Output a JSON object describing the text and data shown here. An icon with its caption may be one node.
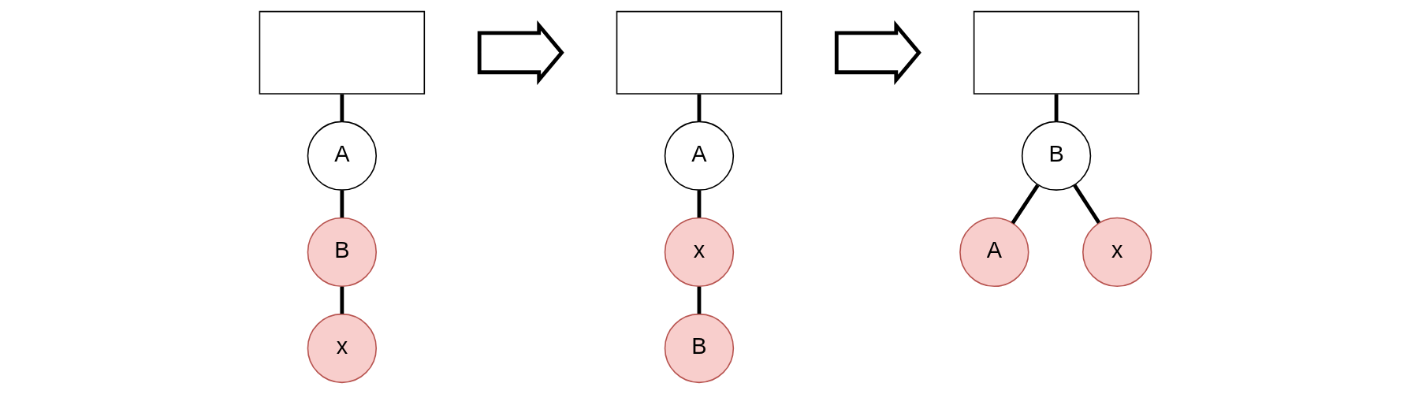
{
  "diagram": {
    "nodes": [
      {
        "text": [],
        "shape": "box"
      },
      {
        "text": [
          "A"
        ]
      },
      {
        "text": [
          "B"
        ]
      },
      {
        "text": [
          "x"
        ]
      },
      {
        "text": [],
        "shape": "arrow"
      },
      {
        "text": [],
        "shape": "box"
      },
      {
        "text": [
          "A"
        ]
      },
      {
        "text": [
          "x"
        ]
      },
      {
        "text": [
          "B"
        ]
      },
      {
        "text": [],
        "shape": "arrow"
      },
      {
        "text": [],
        "shape": "box"
      },
      {
        "text": [
          "B"
        ]
      },
      {
        "text": [
          "A"
        ]
      },
      {
        "text": [
          "x"
        ]
      }
    ],
    "edges": [
      {
        "from": 0,
        "to": 1,
        "arrow": "none"
      },
      {
        "from": 1,
        "to": 2,
        "arrow": "none"
      },
      {
        "from": 2,
        "to": 3,
        "arrow": "none"
      },
      {
        "from": 5,
        "to": 6,
        "arrow": "none"
      },
      {
        "from": 6,
        "to": 7,
        "arrow": "none"
      },
      {
        "from": 7,
        "to": 8,
        "arrow": "none"
      },
      {
        "from": 10,
        "to": 11,
        "arrow": "none"
      },
      {
        "from": 11,
        "to": 12,
        "arrow": "none"
      },
      {
        "from": 11,
        "to": 13,
        "arrow": "none"
      }
    ]
  }
}
